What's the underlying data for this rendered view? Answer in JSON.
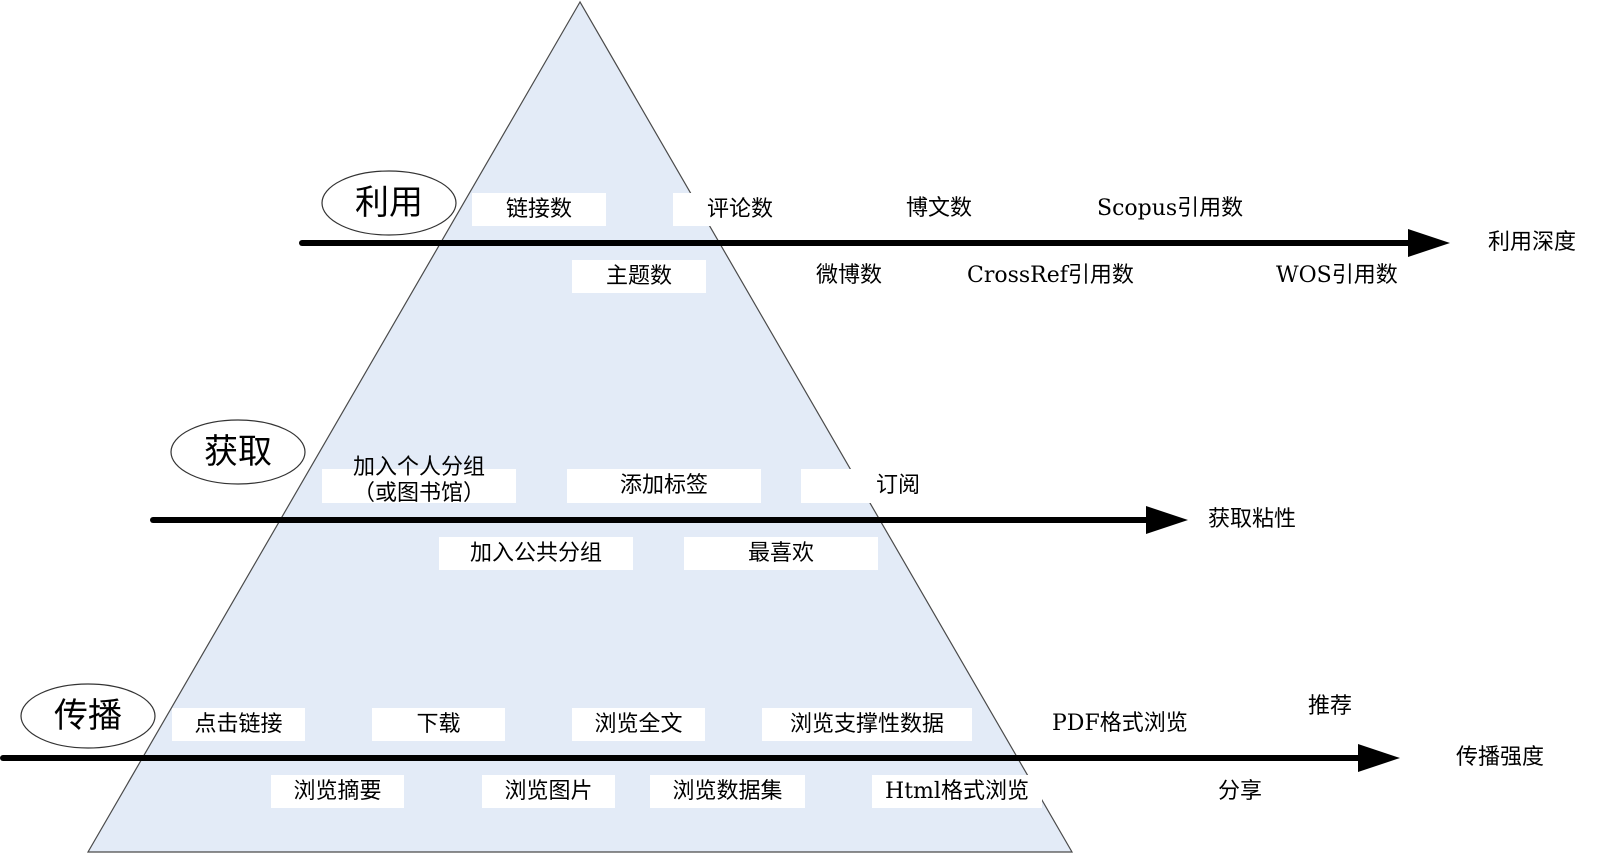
{
  "levels": {
    "use": "利用",
    "acquire": "获取",
    "spread": "传播"
  },
  "axes": {
    "use": "利用深度",
    "acquire": "获取粘性",
    "spread": "传播强度"
  },
  "use_metrics": {
    "links": "链接数",
    "comments": "评论数",
    "blog_posts": "博文数",
    "scopus": "Scopus引用数",
    "topics": "主题数",
    "weibo": "微博数",
    "crossref": "CrossRef引用数",
    "wos": "WOS引用数"
  },
  "acquire_metrics": {
    "personal_group_line1": "加入个人分组",
    "personal_group_line2": "（或图书馆）",
    "add_tags": "添加标签",
    "subscribe": "订阅",
    "public_group": "加入公共分组",
    "favorite": "最喜欢"
  },
  "spread_metrics": {
    "click_link": "点击链接",
    "download": "下载",
    "view_fulltext": "浏览全文",
    "view_supporting": "浏览支撑性数据",
    "pdf_view": "PDF格式浏览",
    "recommend": "推荐",
    "view_abstract": "浏览摘要",
    "view_figures": "浏览图片",
    "view_datasets": "浏览数据集",
    "html_view": "Html格式浏览",
    "share": "分享"
  },
  "colors": {
    "pyramid_fill": "#e3ebf7",
    "line": "#000000"
  }
}
